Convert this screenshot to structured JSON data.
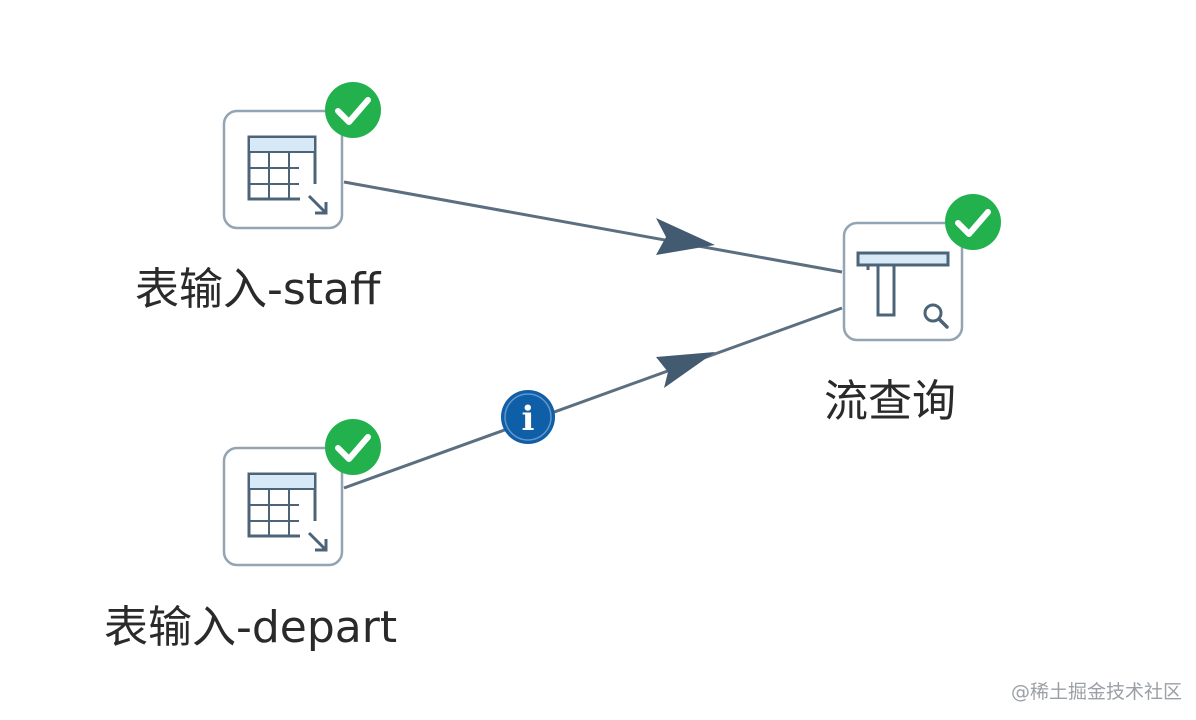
{
  "steps": {
    "staff": {
      "label": "表输入-staff",
      "icon": "table-input-icon",
      "status": "success"
    },
    "depart": {
      "label": "表输入-depart",
      "icon": "table-input-icon",
      "status": "success"
    },
    "lookup": {
      "label": "流查询",
      "icon": "stream-lookup-icon",
      "status": "success"
    }
  },
  "hops": [
    {
      "from": "staff",
      "to": "lookup",
      "badge": null
    },
    {
      "from": "depart",
      "to": "lookup",
      "badge": "info"
    }
  ],
  "info_badge_text": "i",
  "watermark": "@稀土掘金技术社区",
  "colors": {
    "hop_line": "#5b6f80",
    "hop_arrow": "#435b70",
    "node_border": "#93a4b2",
    "icon_stroke": "#4d6478",
    "success_green": "#22b14c",
    "info_blue": "#0f5ea8",
    "label_text": "#2a2a2a"
  }
}
